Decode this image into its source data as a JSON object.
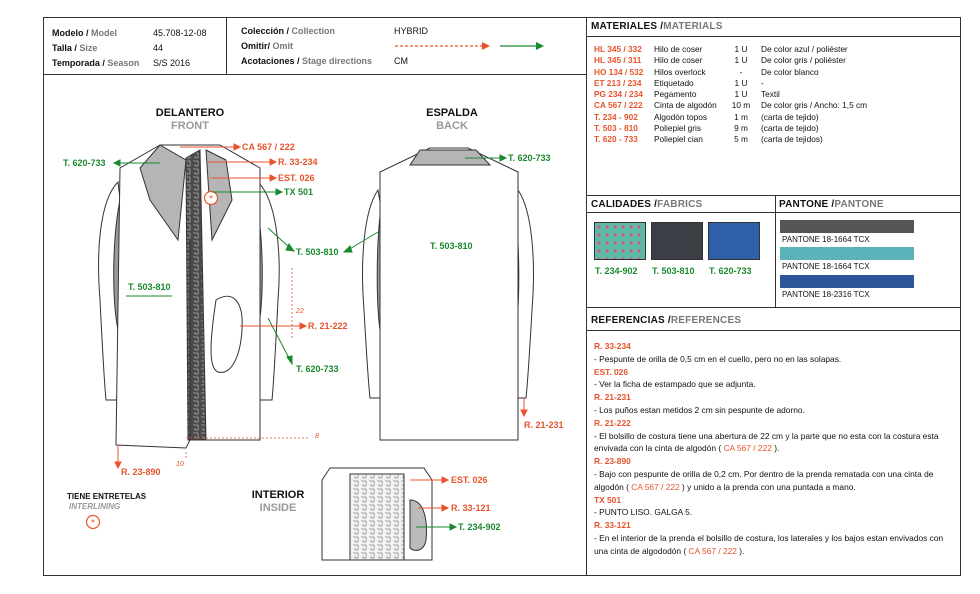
{
  "header": {
    "modelo_label": "Modelo /",
    "modelo_label_en": "Model",
    "modelo_value": "45.708-12-08",
    "talla_label": "Talla /",
    "talla_label_en": "Size",
    "talla_value": "44",
    "temporada_label": "Temporada /",
    "temporada_label_en": "Season",
    "temporada_value": "S/S 2016",
    "coleccion_label": "Colección /",
    "coleccion_label_en": "Collection",
    "coleccion_value": "HYBRID",
    "omitir_label": "Omitir/",
    "omitir_label_en": "Omit",
    "acotaciones_label": "Acotaciones /",
    "acotaciones_label_en": "Stage directions",
    "acotaciones_value": "CM"
  },
  "materials": {
    "title": "MATERIALES /",
    "title_en": "MATERIALS",
    "rows": [
      {
        "code": "HL 345 / 332",
        "desc": "Hilo de coser",
        "qty": "1 U",
        "note": "De color azul / poliéster"
      },
      {
        "code": "HL 345 / 311",
        "desc": "Hilo de coser",
        "qty": "1 U",
        "note": "De color gris / poliéster"
      },
      {
        "code": "HO 134 / 532",
        "desc": "Hilos overlock",
        "qty": "-",
        "note": "De color blanco"
      },
      {
        "code": "ET 213 / 234",
        "desc": "Etiquetado",
        "qty": "1 U",
        "note": "-"
      },
      {
        "code": "PG 234 / 234",
        "desc": "Pegamento",
        "qty": "1 U",
        "note": "Textil"
      },
      {
        "code": "CA 567 / 222",
        "desc": "Cinta de algodón",
        "qty": "10 m",
        "note": "De color gris / Ancho: 1,5 cm"
      },
      {
        "code": "T. 234 - 902",
        "desc": "Algodón topos",
        "qty": "1 m",
        "note": "(carta de tejido)"
      },
      {
        "code": "T. 503 - 810",
        "desc": "Poliepiel gris",
        "qty": "9 m",
        "note": "(carta de tejido)"
      },
      {
        "code": "T. 620 - 733",
        "desc": "Poliepiel cian",
        "qty": "5 m",
        "note": "(carta de tejidos)"
      }
    ]
  },
  "fabrics": {
    "title": "CALIDADES /",
    "title_en": "FABRICS",
    "items": [
      {
        "label": "T. 234-902",
        "color": "#5fb8a8"
      },
      {
        "label": "T. 503-810",
        "color": "#3b3e44"
      },
      {
        "label": "T. 620-733",
        "color": "#2f5fa6"
      }
    ]
  },
  "pantone": {
    "title": "PANTONE /",
    "title_en": "PANTONE",
    "items": [
      {
        "label": "PANTONE 18-1664 TCX",
        "color": "#555555"
      },
      {
        "label": "PANTONE 18-1664 TCX",
        "color": "#5ab3b8"
      },
      {
        "label": "PANTONE 18-2316 TCX",
        "color": "#2f5599"
      }
    ]
  },
  "references": {
    "title": "REFERENCIAS /",
    "title_en": "REFERENCES",
    "r1_code": "R. 33-234",
    "r1_text": "- Pespunte de orilla de 0,5 cm en el cuello, pero no en las solapas.",
    "r2_code": "EST. 026",
    "r2_text": "- Ver la ficha de estampado que se adjunta.",
    "r3_code": "R. 21-231",
    "r3_text": "- Los puños estan metidos 2 cm sin pespunte de adorno.",
    "r4_code": "R. 21-222",
    "r4_text_a": "- El bolsillo de costura tiene una abertura de 22 cm y la parte que no esta con la costura esta envivada con la cinta de algodón (",
    "r4_ref": "CA 567 / 222",
    "r4_text_b": ").",
    "r5_code": "R. 23-890",
    "r5_text_a": "- Bajo con pespunte de orilla de 0,2 cm. Por dentro de la prenda rematada con una cinta de algodón (",
    "r5_ref": "CA 567 / 222",
    "r5_text_b": ") y unido a la prenda con una puntada a mano.",
    "r6_code": "TX 501",
    "r6_text": "- PUNTO LISO. GALGA 5.",
    "r7_code": "R. 33-121",
    "r7_text_a": "- En el interior de la prenda el bolsillo de costura, los laterales y los bajos estan envivados con una cinta de algododón (",
    "r7_ref": "CA 567 / 222",
    "r7_text_b": ")."
  },
  "views": {
    "front_title": "DELANTERO",
    "front_title_en": "FRONT",
    "back_title": "ESPALDA",
    "back_title_en": "BACK",
    "inside_title": "INTERIOR",
    "inside_title_en": "INSIDE"
  },
  "callouts": {
    "f_t620": "T. 620-733",
    "f_ca567": "CA 567 / 222",
    "f_r33234": "R. 33-234",
    "f_est026": "EST. 026",
    "f_tx501": "TX 501",
    "f_t503_left": "T. 503-810",
    "f_t503_right": "T. 503-810",
    "f_r21222": "R. 21-222",
    "f_t620_b": "T. 620-733",
    "f_r23890": "R. 23-890",
    "f_dim22": "22",
    "f_dim10": "10",
    "f_dim8": "8",
    "b_t620": "T. 620-733",
    "b_t503": "T. 503-810",
    "b_r21231": "R. 21-231",
    "i_est026": "EST. 026",
    "i_r33121": "R. 33-121",
    "i_t234": "T. 234-902"
  },
  "interlining": {
    "label": "TIENE ENTRETELAS",
    "label_en": "INTERLINING"
  },
  "colors": {
    "accent_orange": "#e8532c",
    "accent_green": "#1a8a2e"
  }
}
